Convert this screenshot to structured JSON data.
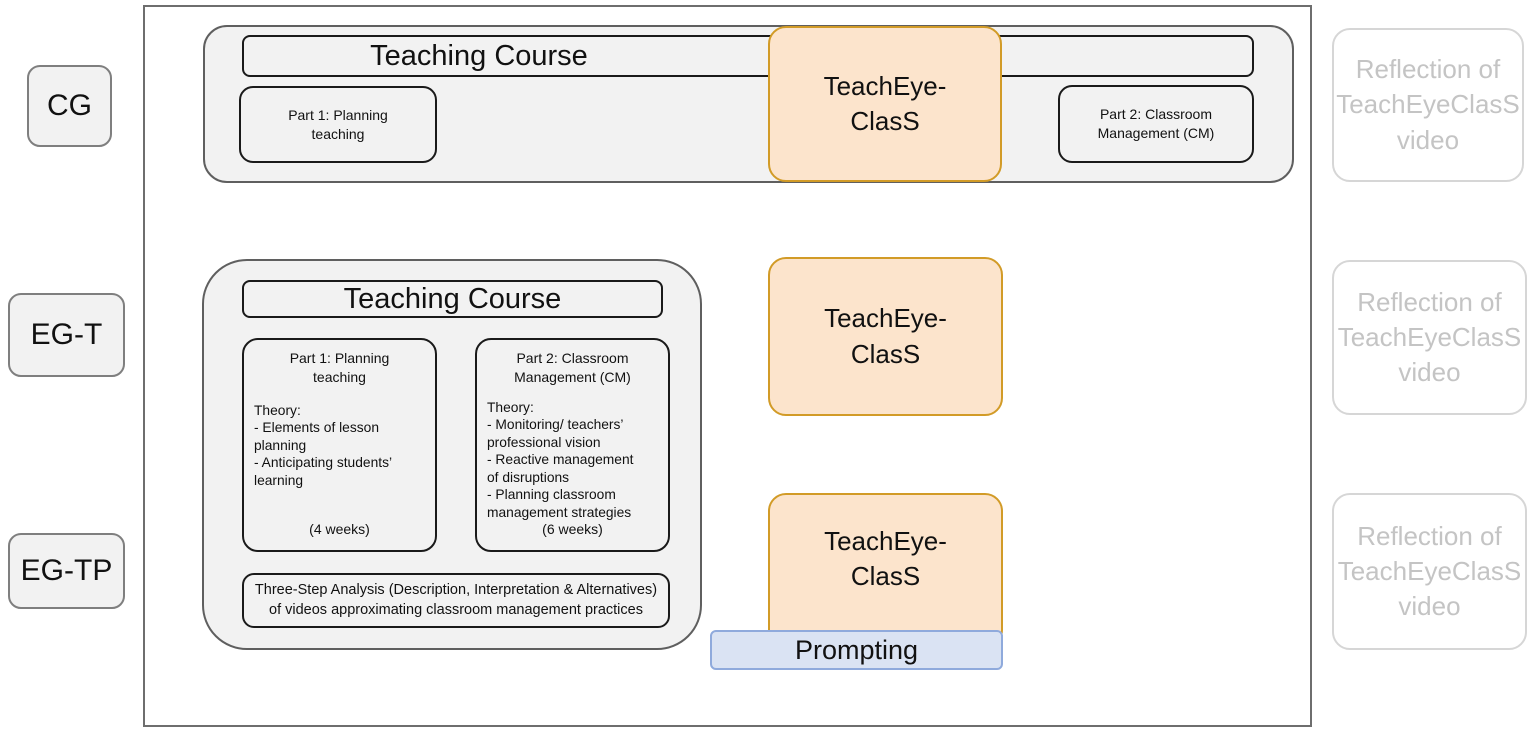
{
  "colors": {
    "panel_fill": "#f2f2f2",
    "panel_border": "#5f5f5f",
    "box_border": "#1a1a1a",
    "orange_fill": "#fce4cc",
    "orange_border": "#d29b27",
    "blue_fill": "#dae3f3",
    "blue_border": "#8faadc",
    "ghost_border": "#d6d6d6",
    "ghost_text": "#c4c4c4",
    "frame_border": "#6e6e6e"
  },
  "groups": {
    "cg": "CG",
    "egt": "EG-T",
    "egtp": "EG-TP"
  },
  "cg_row": {
    "course_title": "Teaching Course",
    "part1": "Part 1: Planning\nteaching",
    "part2": "Part 2: Classroom\nManagement (CM)",
    "teacheye": "TeachEye-\nClasS"
  },
  "eg_course": {
    "course_title": "Teaching Course",
    "part1": {
      "title": "Part 1: Planning\nteaching",
      "body": "Theory:\n- Elements of lesson\nplanning\n- Anticipating  students’\nlearning",
      "duration": "(4 weeks)"
    },
    "part2": {
      "title": "Part 2: Classroom\nManagement (CM)",
      "body": "Theory:\n- Monitoring/ teachers’\nprofessional vision\n- Reactive management\nof disruptions\n- Planning classroom\nmanagement strategies",
      "duration": "(6 weeks)"
    },
    "three_step": "Three-Step Analysis (Description, Interpretation & Alternatives)\nof videos approximating classroom management practices"
  },
  "egt_row": {
    "teacheye": "TeachEye-\nClasS"
  },
  "egtp_row": {
    "teacheye": "TeachEye-\nClasS",
    "prompting": "Prompting"
  },
  "reflections": [
    "Reflection of\nTeachEyeClasS\nvideo",
    "Reflection of\nTeachEyeClasS\nvideo",
    "Reflection of\nTeachEyeClasS\nvideo"
  ]
}
